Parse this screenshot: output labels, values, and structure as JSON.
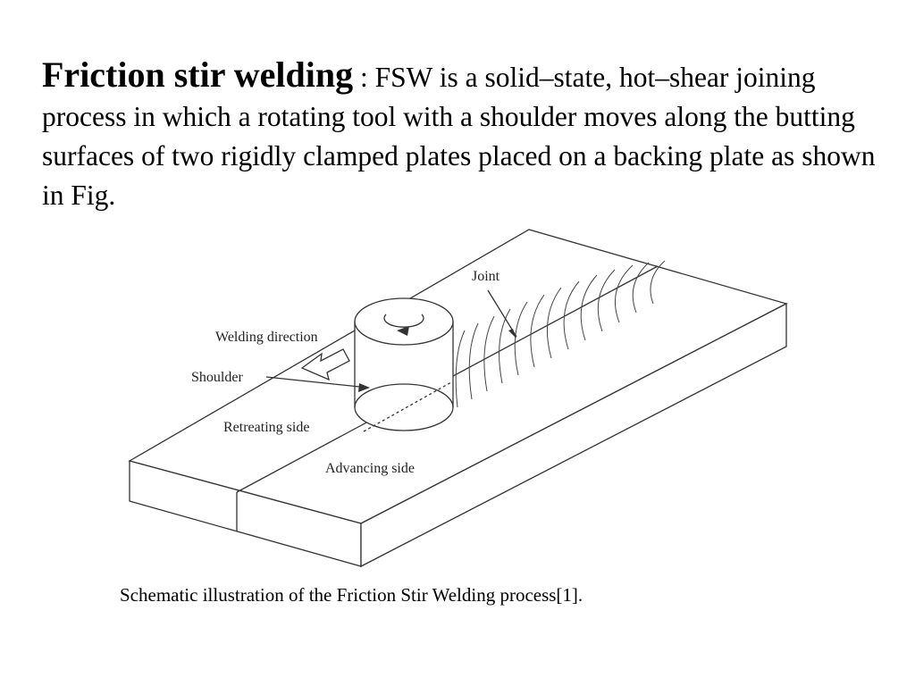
{
  "definition": {
    "term": "Friction stir welding",
    "separator": " : ",
    "text": "FSW is a solid–state, hot–shear joining process in which a rotating tool with a shoulder  moves along the butting surfaces of two rigidly clamped plates placed on a backing plate as shown in Fig."
  },
  "diagram": {
    "labels": {
      "joint": "Joint",
      "welding_direction": "Welding direction",
      "shoulder": "Shoulder",
      "retreating_side": "Retreating side",
      "advancing_side": "Advancing side"
    }
  },
  "caption": "Schematic illustration of the Friction Stir Welding process[1]."
}
